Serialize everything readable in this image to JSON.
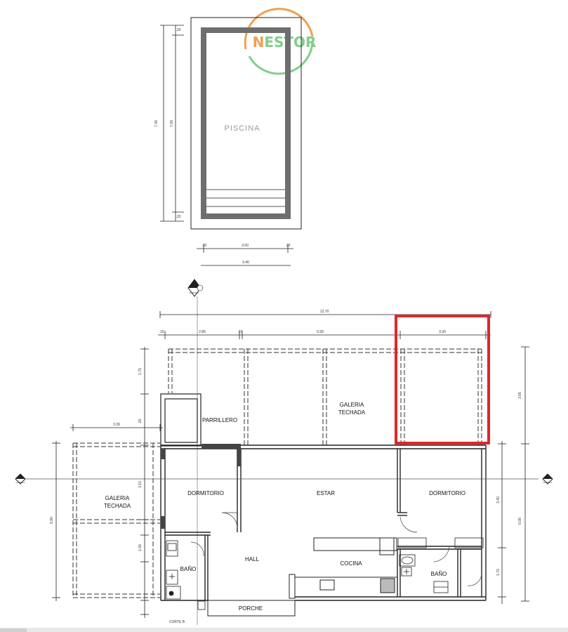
{
  "logo": {
    "text_orange": "N",
    "text_green": "ESTOR",
    "color_orange": "#f0a050",
    "color_green": "#7fcf8a"
  },
  "pool": {
    "label": "PISCINA",
    "dim_width_inner": "3.00",
    "dim_width_outer": "3.40",
    "dim_side_a": ".20",
    "dim_side_b": ".20",
    "dim_height_outer": "7.40",
    "dim_height_inner": "7.00",
    "dim_top": ".20",
    "dim_bottom": ".20"
  },
  "rooms": {
    "parrillero": "PARRILLERO",
    "galeria_top_1": "GALERIA",
    "galeria_top_2": "TECHADA",
    "galeria_left_1": "GALERIA",
    "galeria_left_2": "TECHADA",
    "dormitorio_left": "DORMITORIO",
    "estar": "ESTAR",
    "dormitorio_right": "DORMITORIO",
    "hall": "HALL",
    "cocina": "COCINA",
    "bano_left": "BAÑO",
    "bano_right": "BAÑO",
    "porche": "PORCHE"
  },
  "dims": {
    "total_width": "12.70",
    "seg_1": ".15",
    "seg_2": "2.85",
    "seg_3": ".10",
    "seg_4": "5.99",
    "seg_5": "3.30",
    "left_gallery": "3.39",
    "right_top": "3.65",
    "right_mid": "3.40",
    "right_total": "6.00",
    "right_low": "1.70",
    "left_total": "5.90",
    "left_a": "1.70",
    "left_b": ".20",
    "left_c": "3.10",
    "left_d": "1.00"
  },
  "section_marks": {
    "top": "CORTE B",
    "left": "CORTE A",
    "right": "CORTE A",
    "bottom": "CORTE B"
  },
  "highlight": {
    "color": "#e0262a"
  }
}
